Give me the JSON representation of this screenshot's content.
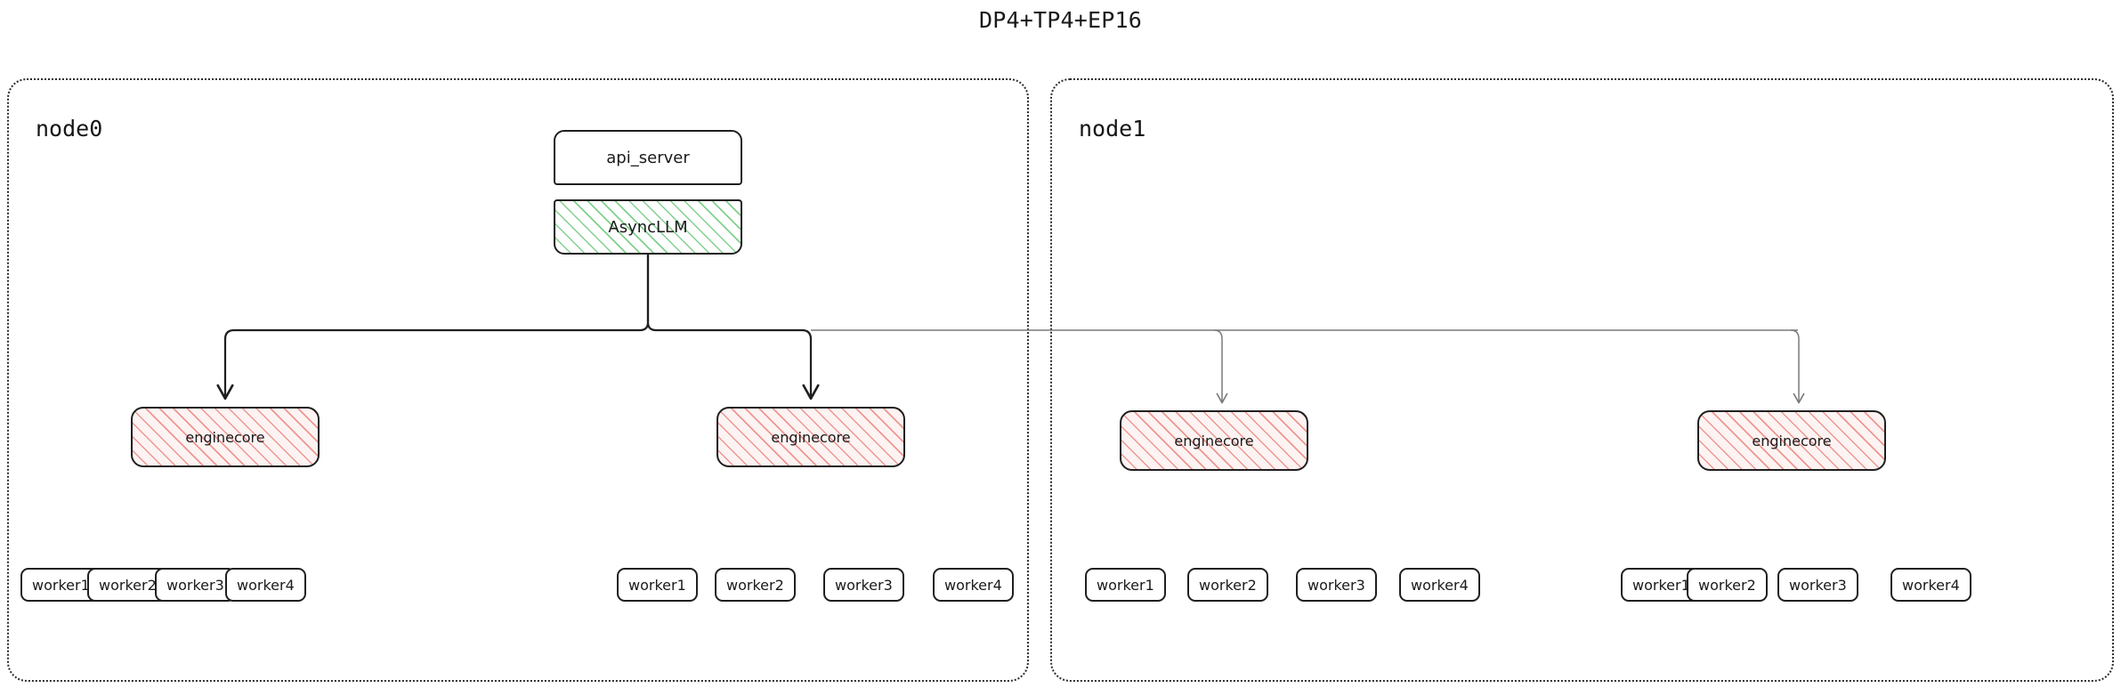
{
  "title": "DP4+TP4+EP16",
  "colors": {
    "border": "#1f1f1f",
    "container_border": "#2b2b2b",
    "asyncllm_hatch": "#6ac878",
    "enginecore_hatch": "#e8786e",
    "arrow_local": "#1f1f1f",
    "arrow_remote": "#7a7a7a",
    "text": "#1a1a1a",
    "background": "#ffffff"
  },
  "nodes": [
    {
      "id": "node0",
      "label": "node0",
      "api_server": {
        "label": "api_server"
      },
      "async_llm": {
        "label": "AsyncLLM"
      },
      "enginecores": [
        {
          "label": "enginecore",
          "workers": [
            "worker1",
            "worker2",
            "worker3",
            "worker4"
          ]
        },
        {
          "label": "enginecore",
          "workers": [
            "worker1",
            "worker2",
            "worker3",
            "worker4"
          ]
        }
      ]
    },
    {
      "id": "node1",
      "label": "node1",
      "enginecores": [
        {
          "label": "enginecore",
          "workers": [
            "worker1",
            "worker2",
            "worker3",
            "worker4"
          ]
        },
        {
          "label": "enginecore",
          "workers": [
            "worker1",
            "worker2",
            "worker3",
            "worker4"
          ]
        }
      ]
    }
  ],
  "layout": {
    "worker_groups": [
      {
        "node": "node0",
        "group": 0,
        "positions": [
          23,
          98,
          174,
          253
        ]
      },
      {
        "node": "node0",
        "group": 1,
        "positions": [
          693,
          803,
          925,
          1048
        ]
      },
      {
        "node": "node1",
        "group": 0,
        "positions": [
          1219,
          1334,
          1456,
          1572
        ]
      },
      {
        "node": "node1",
        "group": 1,
        "positions": [
          1821,
          1895,
          1997,
          2124
        ]
      }
    ]
  }
}
